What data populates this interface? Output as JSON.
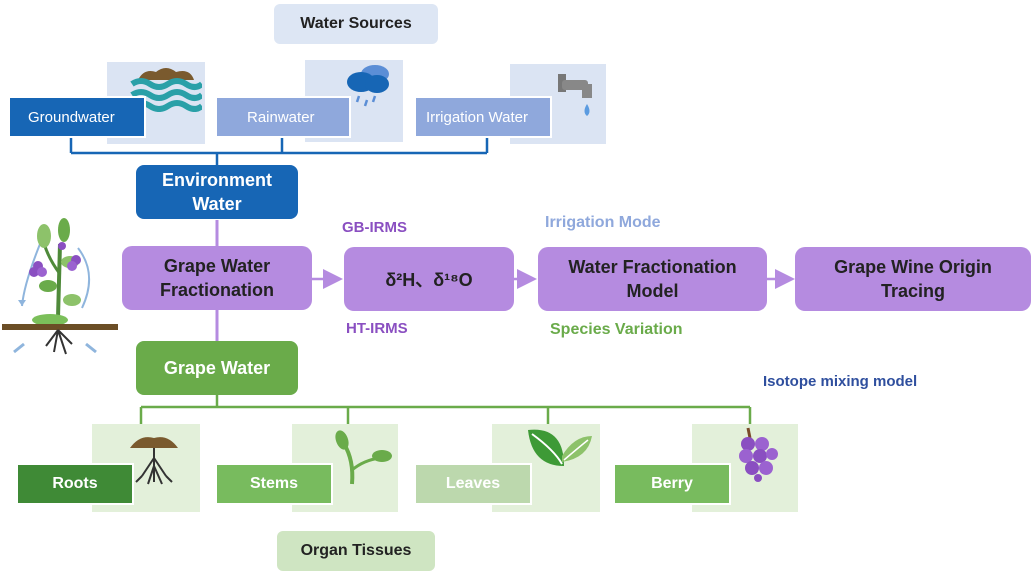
{
  "water_sources": {
    "title": "Water Sources",
    "items": [
      {
        "label": "Groundwater",
        "icon": "groundwater-icon",
        "color": "#1766b5"
      },
      {
        "label": "Rainwater",
        "icon": "rain-cloud-icon",
        "color": "#8fa8dc"
      },
      {
        "label": "Irrigation Water",
        "icon": "faucet-icon",
        "color": "#8fa8dc"
      }
    ]
  },
  "environment_water": {
    "label": "Environment Water",
    "color": "#1766b5"
  },
  "main_flow": {
    "grape_water_fractionation": "Grape Water Fractionation",
    "isotopes": "δ²H、δ¹⁸O",
    "model": "Water Fractionation Model",
    "origin": "Grape Wine Origin Tracing",
    "color": "#b58be0"
  },
  "annotations": {
    "gb_irms": "GB-IRMS",
    "ht_irms": "HT-IRMS",
    "irrigation_mode": "Irrigation Mode",
    "species_variation": "Species Variation",
    "isotope_mixing_model": "Isotope mixing model"
  },
  "grape_water": {
    "label": "Grape Water",
    "color": "#6aab4a"
  },
  "organ_tissues": {
    "title": "Organ Tissues",
    "items": [
      {
        "label": "Roots",
        "icon": "roots-icon",
        "color": "#3f8a36"
      },
      {
        "label": "Stems",
        "icon": "stem-sprout-icon",
        "color": "#78bb5e"
      },
      {
        "label": "Leaves",
        "icon": "leaves-icon",
        "color": "#bcd8ad"
      },
      {
        "label": "Berry",
        "icon": "grape-berry-icon",
        "color": "#78bb5e"
      }
    ]
  },
  "plant_icon": "grapevine-plant-icon"
}
